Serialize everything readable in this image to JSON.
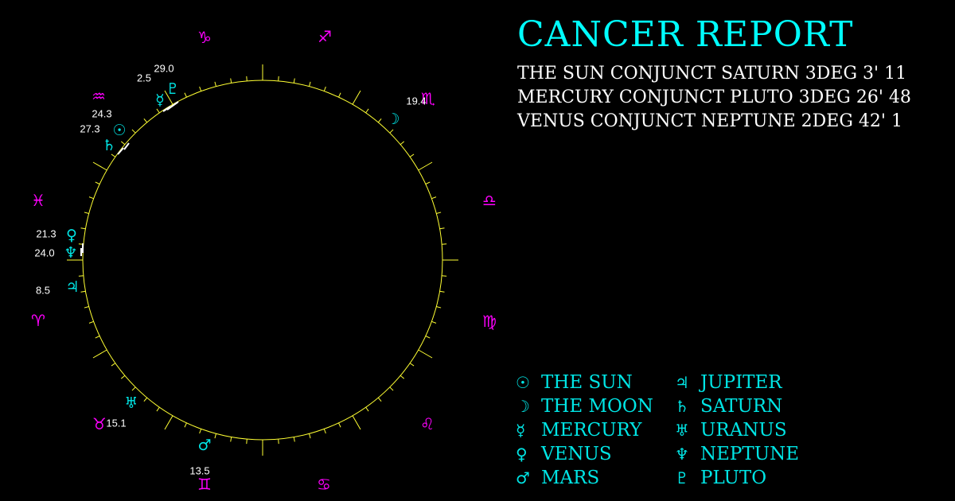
{
  "colors": {
    "sign": "#ff00ff",
    "planet": "#00e5e5",
    "ring": "#ffff33",
    "text": "#ffffff",
    "title": "#00ffff"
  },
  "title": "CANCER REPORT",
  "aspects": [
    "THE SUN CONJUNCT SATURN 3DEG 3' 11",
    "MERCURY CONJUNCT PLUTO 3DEG 26' 48",
    "VENUS CONJUNCT NEPTUNE 2DEG 42' 1"
  ],
  "signs": [
    {
      "name": "capricorn",
      "glyph": "♑"
    },
    {
      "name": "sagittarius",
      "glyph": "♐"
    },
    {
      "name": "scorpio",
      "glyph": "♏"
    },
    {
      "name": "libra",
      "glyph": "♎"
    },
    {
      "name": "virgo",
      "glyph": "♍"
    },
    {
      "name": "leo",
      "glyph": "♌"
    },
    {
      "name": "cancer",
      "glyph": "♋"
    },
    {
      "name": "gemini",
      "glyph": "♊"
    },
    {
      "name": "taurus",
      "glyph": "♉"
    },
    {
      "name": "aries",
      "glyph": "♈"
    },
    {
      "name": "pisces",
      "glyph": "♓"
    },
    {
      "name": "aquarius",
      "glyph": "♒"
    }
  ],
  "planets": [
    {
      "name": "pluto",
      "glyph": "♇",
      "degree": "29.0"
    },
    {
      "name": "mercury",
      "glyph": "☿",
      "degree": "2.5"
    },
    {
      "name": "sun",
      "glyph": "☉",
      "degree": "24.3"
    },
    {
      "name": "saturn",
      "glyph": "♄",
      "degree": "27.3"
    },
    {
      "name": "moon",
      "glyph": "☽",
      "degree": "19.4"
    },
    {
      "name": "venus",
      "glyph": "♀",
      "degree": "21.3"
    },
    {
      "name": "neptune",
      "glyph": "♆",
      "degree": "24.0"
    },
    {
      "name": "jupiter",
      "glyph": "♃",
      "degree": "8.5"
    },
    {
      "name": "uranus",
      "glyph": "♅",
      "degree": "15.1"
    },
    {
      "name": "mars",
      "glyph": "♂",
      "degree": "13.5"
    }
  ],
  "legend": [
    {
      "glyph": "☉",
      "label": "THE SUN"
    },
    {
      "glyph": "☽",
      "label": "THE MOON"
    },
    {
      "glyph": "☿",
      "label": "MERCURY"
    },
    {
      "glyph": "♀",
      "label": "VENUS"
    },
    {
      "glyph": "♂",
      "label": "MARS"
    },
    {
      "glyph": "♃",
      "label": "JUPITER"
    },
    {
      "glyph": "♄",
      "label": "SATURN"
    },
    {
      "glyph": "♅",
      "label": "URANUS"
    },
    {
      "glyph": "♆",
      "label": "NEPTUNE"
    },
    {
      "glyph": "♇",
      "label": "PLUTO"
    }
  ]
}
